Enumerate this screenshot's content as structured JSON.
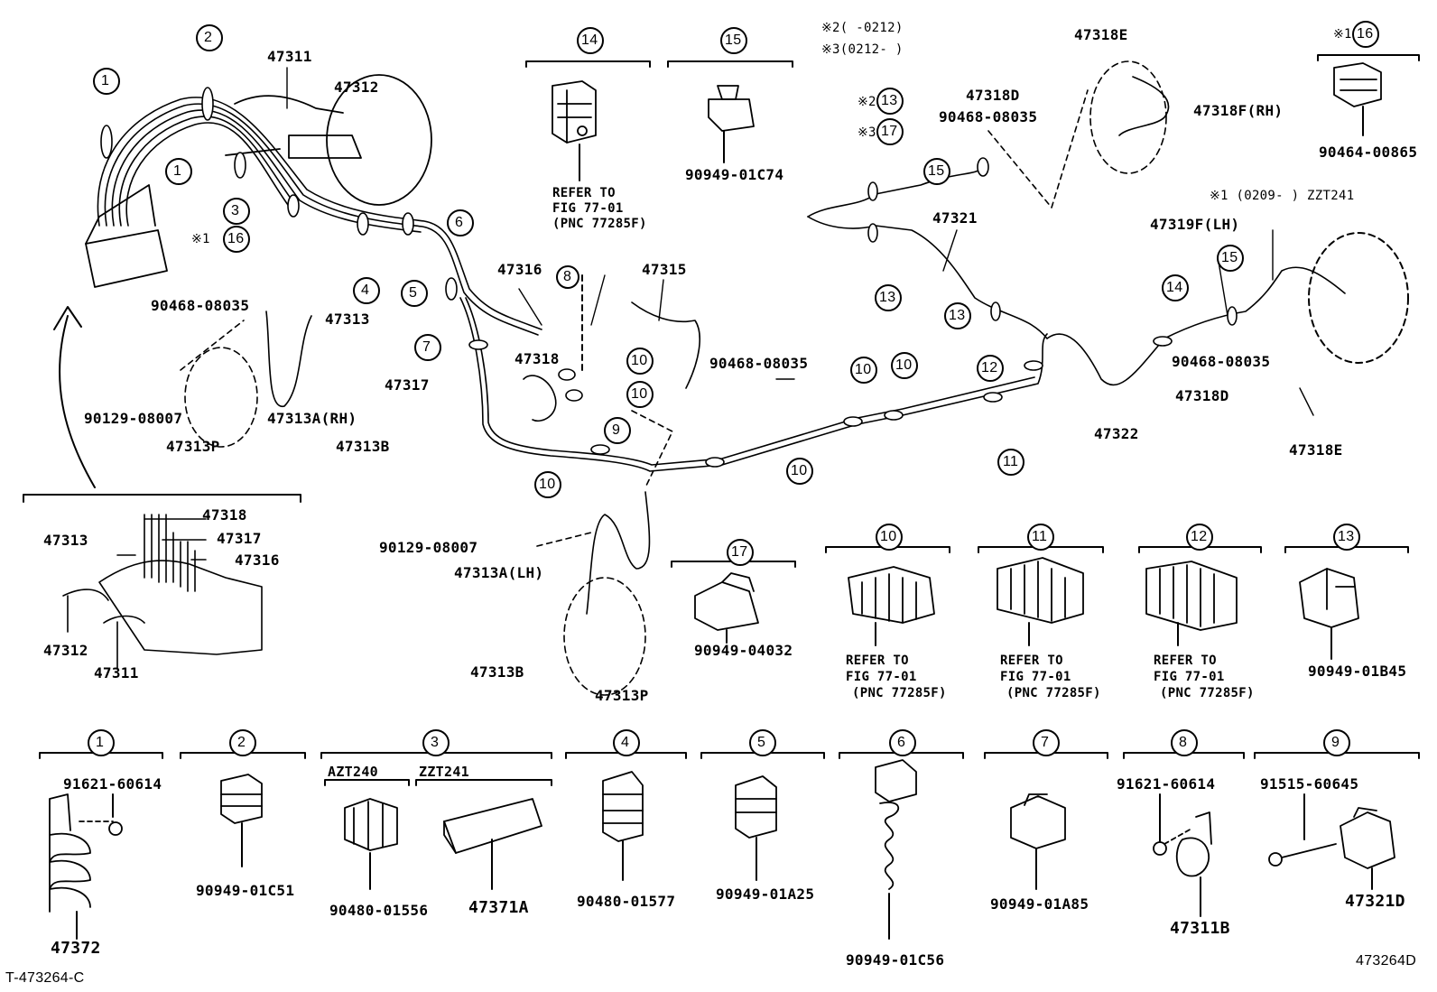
{
  "diagram_id": "T-473264-C",
  "figure_code": "473264D",
  "notes": {
    "n2_range": "※2(      -0212)",
    "n3_range": "※3(0212-      )",
    "n1_range": "※1 (0209-        ) ZZT241"
  },
  "markers": {
    "n1": "※1",
    "n2": "※2",
    "n3": "※3"
  },
  "circle_refs": [
    "1",
    "2",
    "3",
    "4",
    "5",
    "6",
    "7",
    "8",
    "9",
    "10",
    "11",
    "12",
    "13",
    "14",
    "15",
    "16",
    "17"
  ],
  "part_numbers": {
    "p47311": "47311",
    "p47311B": "47311B",
    "p47312": "47312",
    "p47313": "47313",
    "p47313A_RH": "47313A(RH)",
    "p47313A_LH": "47313A(LH)",
    "p47313B": "47313B",
    "p47313P": "47313P",
    "p47315": "47315",
    "p47316": "47316",
    "p47317": "47317",
    "p47318": "47318",
    "p47318D": "47318D",
    "p47318E": "47318E",
    "p47318F_RH": "47318F(RH)",
    "p47319F_LH": "47319F(LH)",
    "p47321": "47321",
    "p47321D": "47321D",
    "p47322": "47322",
    "p47371A": "47371A",
    "p47372": "47372",
    "p90129_08007": "90129-08007",
    "p90464_00865": "90464-00865",
    "p90468_08035": "90468-08035",
    "p90480_01556": "90480-01556",
    "p90480_01577": "90480-01577",
    "p90949_01A25": "90949-01A25",
    "p90949_01A85": "90949-01A85",
    "p90949_01B45": "90949-01B45",
    "p90949_01C51": "90949-01C51",
    "p90949_01C56": "90949-01C56",
    "p90949_01C74": "90949-01C74",
    "p90949_04032": "90949-04032",
    "p91515_60645": "91515-60645",
    "p91621_60614": "91621-60614"
  },
  "refer": {
    "line1": "REFER TO",
    "line2": "FIG 77-01",
    "line3": "(PNC 77285F)"
  },
  "models": {
    "azt240": "AZT240",
    "zzt241": "ZZT241"
  }
}
